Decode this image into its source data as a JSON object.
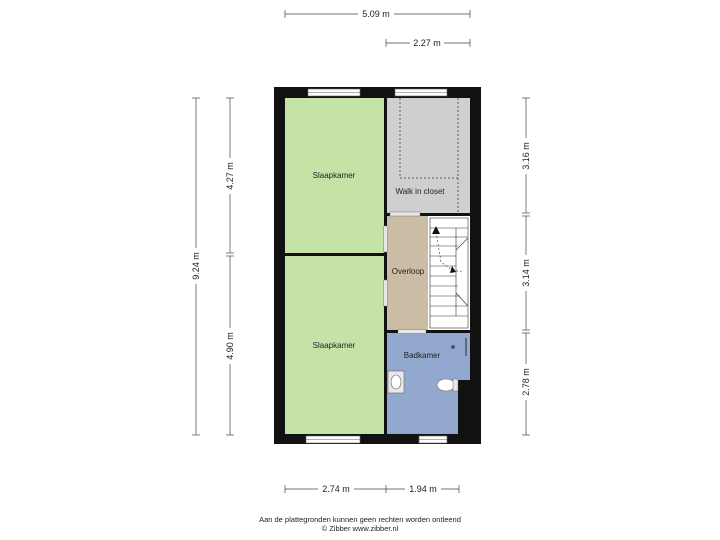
{
  "rooms": {
    "bedroom_top": "Slaapkamer",
    "bedroom_bottom": "Slaapkamer",
    "walk_in_closet": "Walk in closet",
    "landing": "Overloop",
    "bathroom": "Badkamer"
  },
  "dimensions": {
    "total_width": "5.09 m",
    "closet_width": "2.27 m",
    "bottom_left_width": "2.74 m",
    "bottom_right_width": "1.94 m",
    "total_depth": "9.24 m",
    "bedroom_top_depth": "4.27 m",
    "bedroom_bottom_depth": "4.90 m",
    "closet_depth": "3.16 m",
    "stair_depth": "3.14 m",
    "bathroom_depth": "2.78 m"
  },
  "footer": {
    "disclaimer": "Aan de plattegronden kunnen geen rechten worden ontleend",
    "copyright": "© Zibber www.zibber.nl"
  },
  "colors": {
    "wall": "#111111",
    "bedroom": "#c6e3a7",
    "closet": "#cfcfcf",
    "landing": "#cbbca6",
    "bathroom": "#93a8cf",
    "stairs": "#ffffff"
  }
}
